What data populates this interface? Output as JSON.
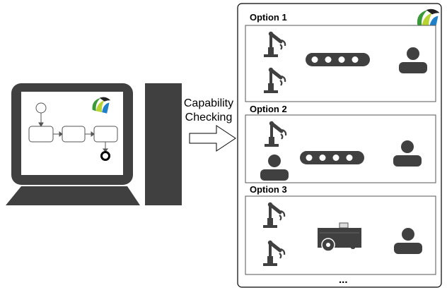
{
  "arrow": {
    "line1": "Capability",
    "line2": "Checking"
  },
  "options": [
    {
      "title": "Option 1",
      "resources": [
        "robot-arm",
        "robot-arm",
        "conveyor",
        "human"
      ]
    },
    {
      "title": "Option 2",
      "resources": [
        "robot-arm",
        "human",
        "conveyor",
        "human"
      ]
    },
    {
      "title": "Option 3",
      "resources": [
        "robot-arm",
        "robot-arm",
        "mobile-robot",
        "human"
      ]
    }
  ],
  "more_label": "...",
  "icons": [
    "computer-icon",
    "process-diagram",
    "logo-icon",
    "robot-arm-icon",
    "conveyor-icon",
    "human-icon",
    "mobile-robot-icon"
  ],
  "colors": {
    "dark": "#404040",
    "frame": "#333333",
    "logo_green": "#3a9a3a",
    "logo_lime": "#b8d433",
    "logo_blue": "#1f7fc9",
    "logo_dark": "#222222"
  }
}
